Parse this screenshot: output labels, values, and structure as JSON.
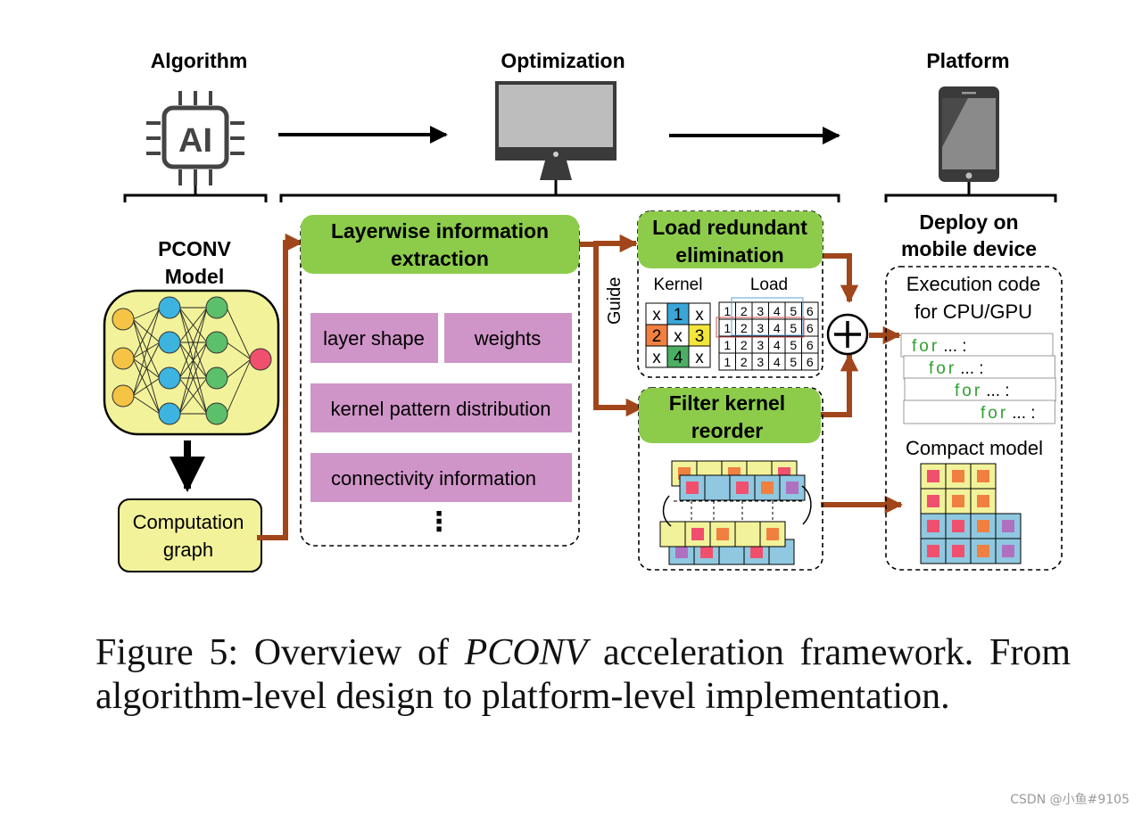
{
  "headers": {
    "algorithm": "Algorithm",
    "optimization": "Optimization",
    "platform": "Platform"
  },
  "chip_label": "AI",
  "model": {
    "title_line1": "PCONV",
    "title_line2": "Model"
  },
  "computation_graph": {
    "line1": "Computation",
    "line2": "graph"
  },
  "extraction": {
    "title_line1": "Layerwise information",
    "title_line2": "extraction",
    "items": [
      "layer shape",
      "weights",
      "kernel pattern distribution",
      "connectivity information"
    ],
    "more": "⋮"
  },
  "guide_label": "Guide",
  "load_elim": {
    "title_line1": "Load redundant",
    "title_line2": "elimination",
    "kernel_label": "Kernel",
    "load_label": "Load",
    "kernel_cells": [
      "x",
      "1",
      "x",
      "2",
      "x",
      "3",
      "x",
      "4",
      "x"
    ],
    "load_row": [
      "1",
      "2",
      "3",
      "4",
      "5",
      "6"
    ]
  },
  "reorder": {
    "title_line1": "Filter kernel",
    "title_line2": "reorder"
  },
  "deploy": {
    "title_line1": "Deploy on",
    "title_line2": "mobile device",
    "exec_line1": "Execution code",
    "exec_line2": "for CPU/GPU",
    "loop_keyword": "for",
    "loop_suffix": "... :",
    "compact_label": "Compact model"
  },
  "plus_symbol": "+",
  "caption": {
    "prefix": "Figure 5: Overview of ",
    "emph": "PCONV",
    "suffix": " acceleration framework. From algorithm-level design to platform-level implementation."
  },
  "watermark": "CSDN @小鱼#9105",
  "colors": {
    "arrow_brown": "#a0461a",
    "green_box": "#8ccc4a",
    "purple_box": "#cf94c8",
    "yellow_box": "#f2f29a",
    "node_orange": "#f5c445",
    "node_blue": "#3db4e0",
    "node_green": "#5cbf6a",
    "node_red": "#f0506e",
    "cell_blue": "#3aa6d8",
    "cell_orange": "#f08040",
    "cell_yellow": "#f3e63a",
    "cell_green": "#4cae63",
    "loop_green": "#2fa02f"
  }
}
